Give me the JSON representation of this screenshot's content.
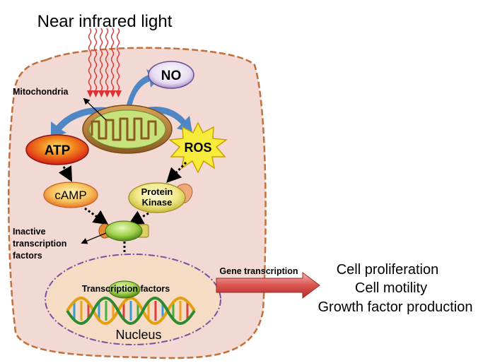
{
  "title": "Near infrared light",
  "labels": {
    "mitochondria": "Mitochondria",
    "no": "NO",
    "atp": "ATP",
    "ros": "ROS",
    "camp": "cAMP",
    "protein_kinase_line1": "Protein",
    "protein_kinase_line2": "Kinase",
    "inactive_line1": "Inactive",
    "inactive_line2": "transcription",
    "inactive_line3": "factors",
    "transcription_factors": "Transcription factors",
    "nucleus": "Nucleus",
    "gene_transcription": "Gene transcription"
  },
  "outcomes": [
    "Cell proliferation",
    "Cell motility",
    "Growth factor production"
  ],
  "colors": {
    "cell_fill": "#f2d9d3",
    "cell_border": "#c0703a",
    "nucleus_fill": "#f6dcc4",
    "nucleus_border": "#7a4fa0",
    "light_waves": "#e03030",
    "blue_arrow": "#4f86c6",
    "atp_red": "#e8241c",
    "ros_yellow": "#f7ec3c",
    "mito_green": "#b9d96a",
    "arrow_red": "#c8474a"
  }
}
